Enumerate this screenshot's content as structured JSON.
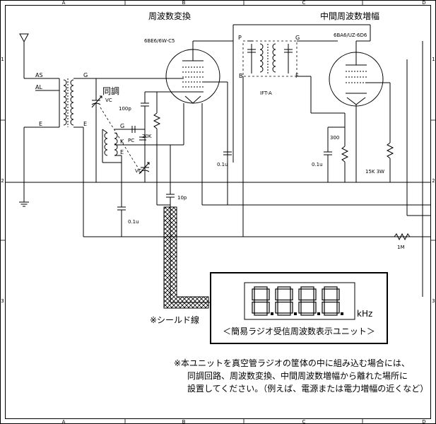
{
  "frame": {
    "top_cols": [
      "A",
      "B",
      "C",
      "D"
    ],
    "bottom_cols": [
      "A",
      "B",
      "C",
      "D"
    ],
    "left_rows": [
      "1",
      "2",
      "3"
    ],
    "right_rows": [
      "1",
      "2",
      "3"
    ]
  },
  "sections": {
    "freq_converter": "周波数変換",
    "if_amp": "中間周波数増幅",
    "tuning": "同調"
  },
  "tubes": {
    "converter": "6BE6/6W-C5",
    "if_amp": "6BA6/UZ-6D6"
  },
  "pins": {
    "AS": "AS",
    "AL": "AL",
    "E_left": "E",
    "E_right": "E",
    "G_ant": "G",
    "G_osc": "G",
    "K": "K",
    "E_osc": "E",
    "P": "P",
    "B": "B",
    "G_if": "G",
    "F": "F"
  },
  "components": {
    "vc1": "VC",
    "vc2": "VC",
    "c100p": "100p",
    "pc": "PC",
    "r20k": "20K",
    "c01u_a": "0.1u",
    "c10p": "10p",
    "c01u_b": "0.1u",
    "ift": "IFT-A",
    "c01u_c": "0.1u",
    "r300": "300",
    "r15k": "15K 3W",
    "r1m": "1M"
  },
  "unit": {
    "display_digits": "8.8.8.8.",
    "unit_label": "kHz",
    "caption": "＜簡易ラジオ受信周波数表示ユニット＞"
  },
  "shield_label": "※シールド線",
  "note": {
    "line1": "※本ユニットを真空管ラジオの筐体の中に組み込む場合には、",
    "line2": "同調回路、周波数変換、中間周波数増幅から離れた場所に",
    "line3": "設置してください。（例えば、電源または電力増幅の近くなど）"
  }
}
